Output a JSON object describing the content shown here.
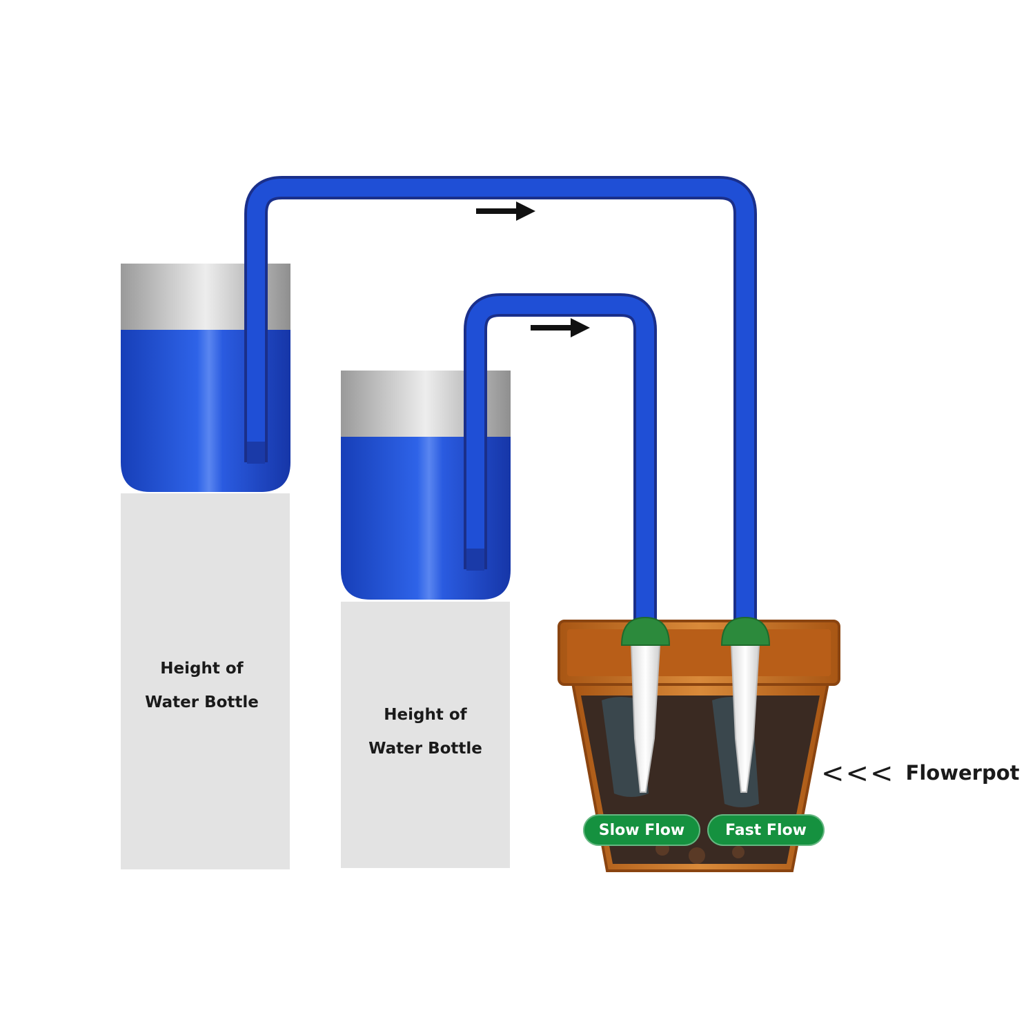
{
  "labels": {
    "left_bottle_line1": "Height of",
    "left_bottle_line2": "Water Bottle",
    "middle_bottle_line1": "Height of",
    "middle_bottle_line2": "Water Bottle",
    "slow_flow": "Slow Flow",
    "fast_flow": "Fast Flow",
    "flowerpot_arrows": "<<<",
    "flowerpot": "Flowerpot"
  },
  "colors": {
    "water": "#1f4fd6",
    "tube": "#1f4fd6",
    "cup_rim": "#b9b9b9",
    "pedestal": "#e3e3e3",
    "pot": "#c46a1e",
    "soil": "#3a2a22",
    "spike_cap": "#2c8a3c",
    "pill": "#15913f"
  }
}
